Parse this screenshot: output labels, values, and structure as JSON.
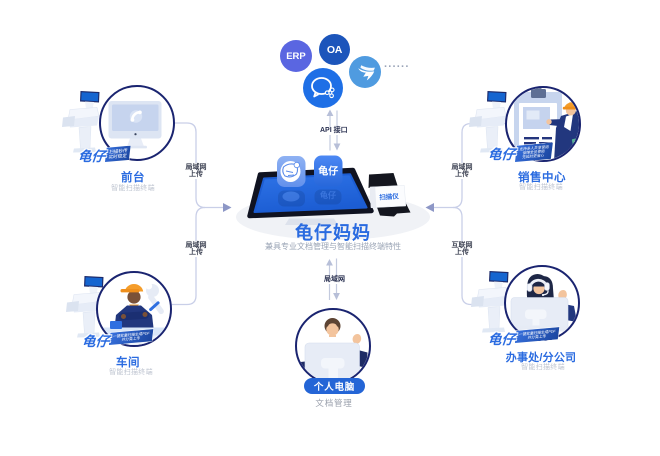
{
  "colors": {
    "brand_blue": "#2a6be0",
    "navy_border": "#1a2470",
    "connector_line": "#c9cfe8",
    "connector_arrow": "#8d97c6",
    "api_arrow": "#b7bfd8",
    "label_text": "#3c4152",
    "subtitle_gray": "#bec4d0",
    "erp_circle": "#5a66e1",
    "oa_circle": "#1c55bb",
    "wecom_circle": "#1e6fe6",
    "dingtalk_circle": "#4f9be0",
    "screen_blue": "#1e63dd",
    "pill_blue": "#2465d6"
  },
  "top_apps": {
    "erp": "ERP",
    "oa": "OA",
    "ellipsis": "······",
    "api_label": "API 接口"
  },
  "center": {
    "title": "龟仔妈妈",
    "subtitle": "兼具专业文档管理与智能扫描终端特性",
    "app_icon_label": "龟仔",
    "scanner_label": "扫描仪",
    "lan_label": "局域网"
  },
  "nodes": {
    "front_desk": {
      "title": "前台",
      "subtitle": "智能扫描终端",
      "brand": "龟仔",
      "banner": [
        "扫描秒传",
        "实时稳定"
      ]
    },
    "sales_center": {
      "title": "销售中心",
      "subtitle": "智能扫描终端",
      "brand": "龟仔",
      "banner": [
        "支持多人共享使用",
        "保障全员使用",
        "无延时更省心"
      ]
    },
    "workshop": {
      "title": "车间",
      "subtitle": "智能扫描终端",
      "brand": "龟仔",
      "banner": [
        "一键批量扫描生成PDF",
        "并分类上传"
      ]
    },
    "branch_office": {
      "title": "办事处/分公司",
      "subtitle": "智能扫描终端",
      "brand": "龟仔",
      "banner": [
        "一键批量扫描生成PDF",
        "并分类上传"
      ]
    },
    "personal_computer": {
      "title": "个人电脑",
      "subtitle": "文档管理"
    }
  },
  "connectors": {
    "left_top": [
      "局域网",
      "上传"
    ],
    "left_bottom": [
      "局域网",
      "上传"
    ],
    "right_top": [
      "局域网",
      "上传"
    ],
    "right_bottom": [
      "互联网",
      "上传"
    ]
  }
}
